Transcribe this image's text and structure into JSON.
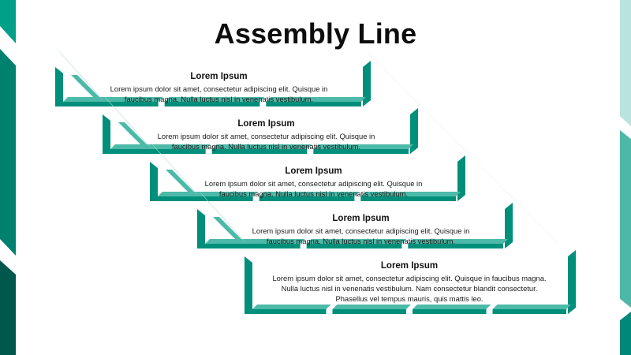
{
  "title": "Assembly Line",
  "colors": {
    "dark": "#008f7a",
    "mid": "#4dbaa9",
    "light": "#abe0d9",
    "edge_dark": "#00574b",
    "edge_mid": "#00897a"
  },
  "steps": [
    {
      "heading": "Lorem Ipsum",
      "body": "Lorem ipsum dolor sit amet, consectetur adipiscing elit. Quisque in faucibus magna. Nulla luctus nisl in venenatis vestibulum."
    },
    {
      "heading": "Lorem Ipsum",
      "body": "Lorem ipsum dolor sit amet, consectetur adipiscing elit. Quisque in faucibus magna. Nulla luctus nisl in venenatis vestibulum."
    },
    {
      "heading": "Lorem Ipsum",
      "body": "Lorem ipsum dolor sit amet, consectetur adipiscing elit. Quisque in faucibus magna. Nulla luctus nisl in venenatis vestibulum."
    },
    {
      "heading": "Lorem Ipsum",
      "body": "Lorem ipsum dolor sit amet, consectetur adipiscing elit. Quisque in faucibus magna. Nulla luctus nisl in venenatis vestibulum."
    },
    {
      "heading": "Lorem Ipsum",
      "body": "Lorem ipsum dolor sit amet, consectetur adipiscing elit. Quisque in faucibus magna. Nulla luctus nisl in venenatis vestibulum. Nam consectetur blandit consectetur. Phasellus vel tempus mauris, quis mattis leo."
    }
  ]
}
